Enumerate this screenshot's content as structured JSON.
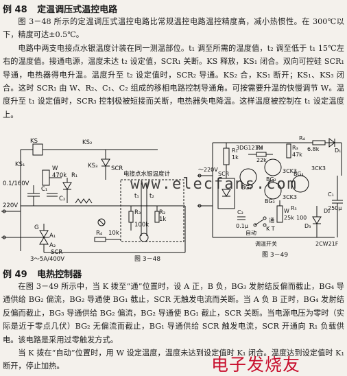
{
  "example48": {
    "heading_num": "例 48",
    "heading_title": "定温调压式温控电路",
    "paragraph1": "图 3－48 所示的定温调压式温控电路比常规温控电路温控精度高，减小热惯性。在 300℃以下，精度可达±0.5℃。",
    "paragraph2": "电路中两支电接点水银温度计装在同一测温部位。t₁ 调至所需的温度值，t₂ 调至低于 t₁ 15℃左右的温度值。接通电源，温度未达 t₂ 设定值，SCR₁ 关断。KS 释放，KS₁ 闭合。双向可控硅 SCR₁ 导通，电热器得电升温。温度升至 t₂ 设定值时，SCR₂ 导通。KS₂ 合，KS₁ 断开；KS₁、KS₃ 闭合。这时 SCR₁ 由 W、R₂、C₁、C₂ 组成的移相电路控制导通角。可按需要升温的快慢调节 W。温度升至 t₁ 设定值时，SCR₃ 控制极被短接而关断，电热器失电降温。这样温度被控制在 t₁ 设定温度上。"
  },
  "fig48": {
    "caption": "图 3－48",
    "labels": {
      "ks": "KS",
      "ks1": "KS₁",
      "ks2": "KS₂",
      "ks3": "KS₃",
      "w": "W",
      "w_val": "470k",
      "scr": "SCR",
      "c1": "C₁",
      "c1_val": "0.1/160V",
      "c2": "C₂",
      "r1": "R₁",
      "r2": "R₂",
      "r2_val": "1k",
      "r3": "R₃",
      "r3_val": "100k",
      "r4": "R₄",
      "r4_val": "10k",
      "t1": "t₁",
      "t2": "t₂",
      "thermo": "电接点水银温度计",
      "v220": "220V",
      "scr_bottom": "SCR",
      "scr_bottom_val": "3～5A/400V",
      "g": "G",
      "a1": "A₁",
      "a2": "A₂"
    }
  },
  "fig49": {
    "caption": "图 3－49",
    "labels": {
      "ac": "～220V",
      "r1": "R₁",
      "r1_val": "1k",
      "r2": "R₂",
      "r2_val": "22k",
      "r3": "R₃",
      "r3_val": "47k",
      "r4": "R₄",
      "r4_val": "6.8k",
      "r5": "R₅",
      "r5_val": "100",
      "w": "W",
      "w_val": "25k",
      "c1": "C₁",
      "c1_val": "250μ",
      "c2": "C₂",
      "c2_val": "0.1μ",
      "scr": "SCR",
      "bg1": "BG₁",
      "bg2": "BG₂",
      "bg3": "BG₃",
      "bg4": "BG₄",
      "transistor": "3DG121M",
      "bg2_type": "3CK3",
      "bg3_type": "3CK3",
      "bg4_type": "3CK3",
      "d1": "D₁",
      "d2": "D₂",
      "d3": "D₃",
      "diode_type": "2CW21F",
      "kt": "K T",
      "switch": "自动",
      "switch2": "通",
      "switch3": "调温开关"
    }
  },
  "example49": {
    "heading_num": "例 49",
    "heading_title": "电热控制器",
    "paragraph1": "在图 3－49 所示中，当 K 拨至“通”位置时，设 A 正，B 负，BG₃ 发射结反偏而截止，BG₄ 导通供给 BG₂ 偏流，BG₂ 导通使 BG₁ 截止，SCR 无触发电流而关断。当 A 负 B 正时，BG₄ 发射结反偏而截止，BG₃ 导通供给 BG₂ 偏流，BG₂ 导通使 BG₁ 截止，SCR 关断。当电源电压为零时（实际是近于零点几伏）BG₂ 无偏流而截止，BG₁ 导通供给 SCR 触发电流，SCR 开通向 R₁ 负载供电。该电路是采用过零触发方式。",
    "paragraph2": "当 K 拨在“自动”位置时，用 W 设定温度，温度未达到设定值时 K₁ 闭合。温度达到设定值时 K₁ 断开，停止加热。"
  },
  "watermark": "电子发烧友",
  "watermark_url": "www.elecfans.com"
}
